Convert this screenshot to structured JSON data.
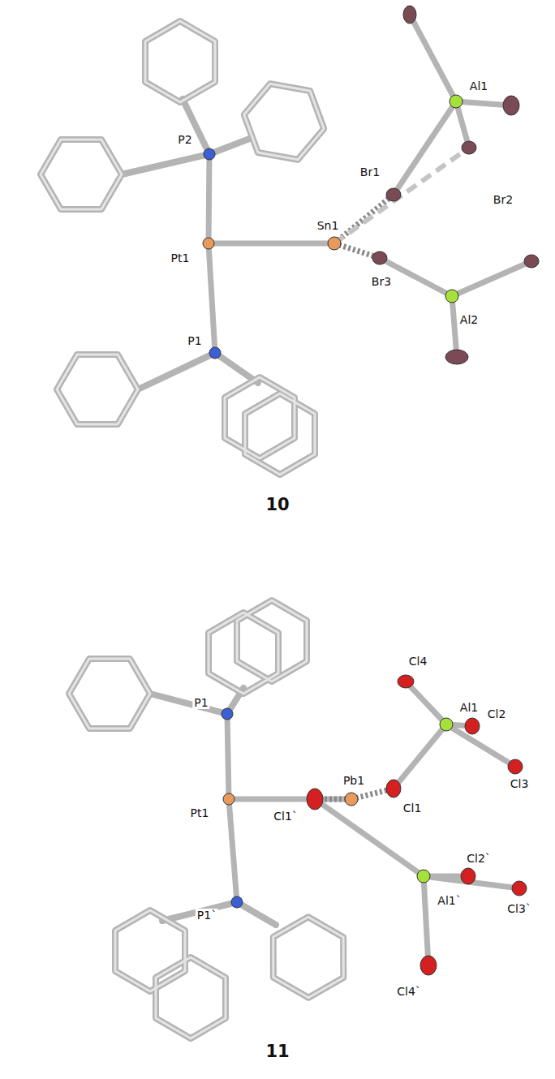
{
  "diagram": {
    "labels": [
      "Al1",
      "Br1",
      "Br2",
      "P2",
      "Pt1",
      "Sn1",
      "Br3",
      "Al2",
      "P1",
      "10",
      "P1",
      "Pt1",
      "Pb1",
      "Cl4",
      "Cl2",
      "Al1",
      "Cl3",
      "Cl1",
      "Cl1`",
      "Cl2`",
      "Cl3`",
      "Al1`",
      "P1`",
      "Cl4`",
      "11"
    ]
  }
}
